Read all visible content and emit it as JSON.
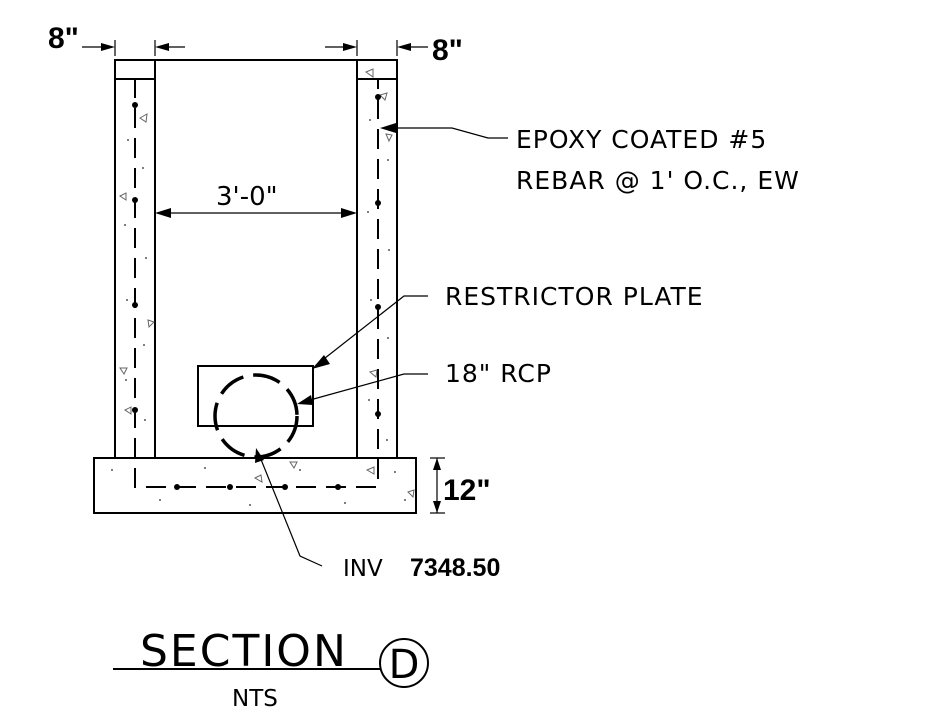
{
  "dimensions": {
    "wall_left": "8\"",
    "wall_right": "8\"",
    "interior_width": "3'-0\"",
    "base_thickness": "12\""
  },
  "callouts": {
    "rebar_line1": "EPOXY COATED #5",
    "rebar_line2": "REBAR @ 1' O.C., EW",
    "restrictor": "RESTRICTOR PLATE",
    "pipe": "18\" RCP",
    "invert_prefix": "INV",
    "invert_value": "7348.50"
  },
  "title": {
    "section_label": "SECTION",
    "section_letter": "D",
    "scale": "NTS"
  }
}
